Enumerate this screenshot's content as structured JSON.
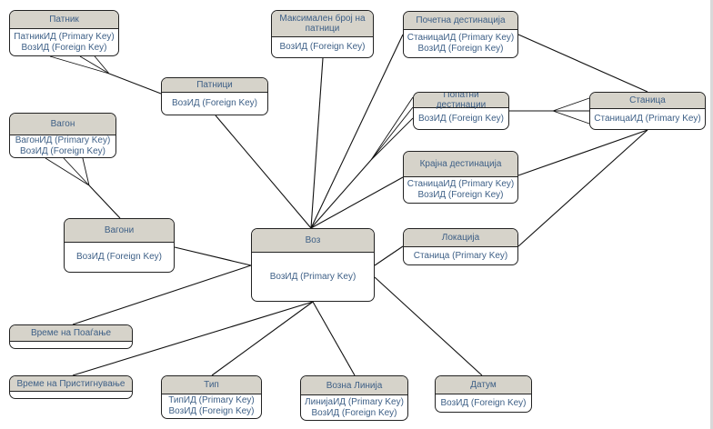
{
  "diagram": {
    "type": "entity-relationship",
    "entities": [
      {
        "id": "patnik",
        "title": "Патник",
        "attributes": [
          "ПатникИД (Primary Key)",
          "ВозИД (Foreign Key)"
        ]
      },
      {
        "id": "patnici",
        "title": "Патници",
        "attributes": [
          "ВозИД (Foreign Key)"
        ]
      },
      {
        "id": "max-patnici",
        "title": "Максимален број на патници",
        "attributes": [
          "ВозИД (Foreign Key)"
        ]
      },
      {
        "id": "pocetna",
        "title": "Почетна дестинација",
        "attributes": [
          "СтаницаИД (Primary Key)",
          "ВозИД (Foreign Key)"
        ]
      },
      {
        "id": "popatni",
        "title": "Попатни дестинации",
        "attributes": [
          "ВозИД (Foreign Key)"
        ]
      },
      {
        "id": "stanica",
        "title": "Станица",
        "attributes": [
          "СтаницаИД (Primary Key)"
        ]
      },
      {
        "id": "vagon",
        "title": "Вагон",
        "attributes": [
          "ВагонИД (Primary Key)",
          "ВозИД (Foreign Key)"
        ]
      },
      {
        "id": "krajna",
        "title": "Крајна дестинација",
        "attributes": [
          "СтаницаИД (Primary Key)",
          "ВозИД (Foreign Key)"
        ]
      },
      {
        "id": "vagoni",
        "title": "Вагони",
        "attributes": [
          "ВозИД (Foreign Key)"
        ]
      },
      {
        "id": "voz",
        "title": "Воз",
        "attributes": [
          "ВозИД (Primary Key)"
        ]
      },
      {
        "id": "lokacija",
        "title": "Локација",
        "attributes": [
          "Станица (Primary Key)"
        ]
      },
      {
        "id": "vreme-poaganje",
        "title": "Време на Поаѓање",
        "attributes": []
      },
      {
        "id": "vreme-pristignuvanje",
        "title": "Време на Пристигнување",
        "attributes": []
      },
      {
        "id": "tip",
        "title": "Тип",
        "attributes": [
          "ТипИД (Primary Key)",
          "ВозИД (Foreign Key)"
        ]
      },
      {
        "id": "vozna-linija",
        "title": "Возна Линија",
        "attributes": [
          "ЛинијаИД (Primary Key)",
          "ВозИД (Foreign Key)"
        ]
      },
      {
        "id": "datum",
        "title": "Датум",
        "attributes": [
          "ВозИД (Foreign Key)"
        ]
      }
    ],
    "relationships": [
      {
        "from": "patnik",
        "to": "patnici",
        "cardinality": "many-to-one"
      },
      {
        "from": "patnici",
        "to": "voz",
        "cardinality": "one-to-one"
      },
      {
        "from": "max-patnici",
        "to": "voz",
        "cardinality": "one-to-one"
      },
      {
        "from": "pocetna",
        "to": "voz",
        "cardinality": "one-to-one"
      },
      {
        "from": "pocetna",
        "to": "stanica",
        "cardinality": "one-to-one"
      },
      {
        "from": "popatni",
        "to": "voz",
        "cardinality": "many-to-one"
      },
      {
        "from": "popatni",
        "to": "stanica",
        "cardinality": "one-to-many"
      },
      {
        "from": "krajna",
        "to": "voz",
        "cardinality": "one-to-one"
      },
      {
        "from": "krajna",
        "to": "stanica",
        "cardinality": "one-to-one"
      },
      {
        "from": "lokacija",
        "to": "voz",
        "cardinality": "one-to-one"
      },
      {
        "from": "lokacija",
        "to": "stanica",
        "cardinality": "one-to-one"
      },
      {
        "from": "vagon",
        "to": "vagoni",
        "cardinality": "many-to-one"
      },
      {
        "from": "vagoni",
        "to": "voz",
        "cardinality": "one-to-one"
      },
      {
        "from": "vreme-poaganje",
        "to": "voz",
        "cardinality": "one-to-one"
      },
      {
        "from": "vreme-pristignuvanje",
        "to": "voz",
        "cardinality": "one-to-one"
      },
      {
        "from": "tip",
        "to": "voz",
        "cardinality": "one-to-one"
      },
      {
        "from": "vozna-linija",
        "to": "voz",
        "cardinality": "one-to-one"
      },
      {
        "from": "datum",
        "to": "voz",
        "cardinality": "one-to-one"
      }
    ]
  }
}
